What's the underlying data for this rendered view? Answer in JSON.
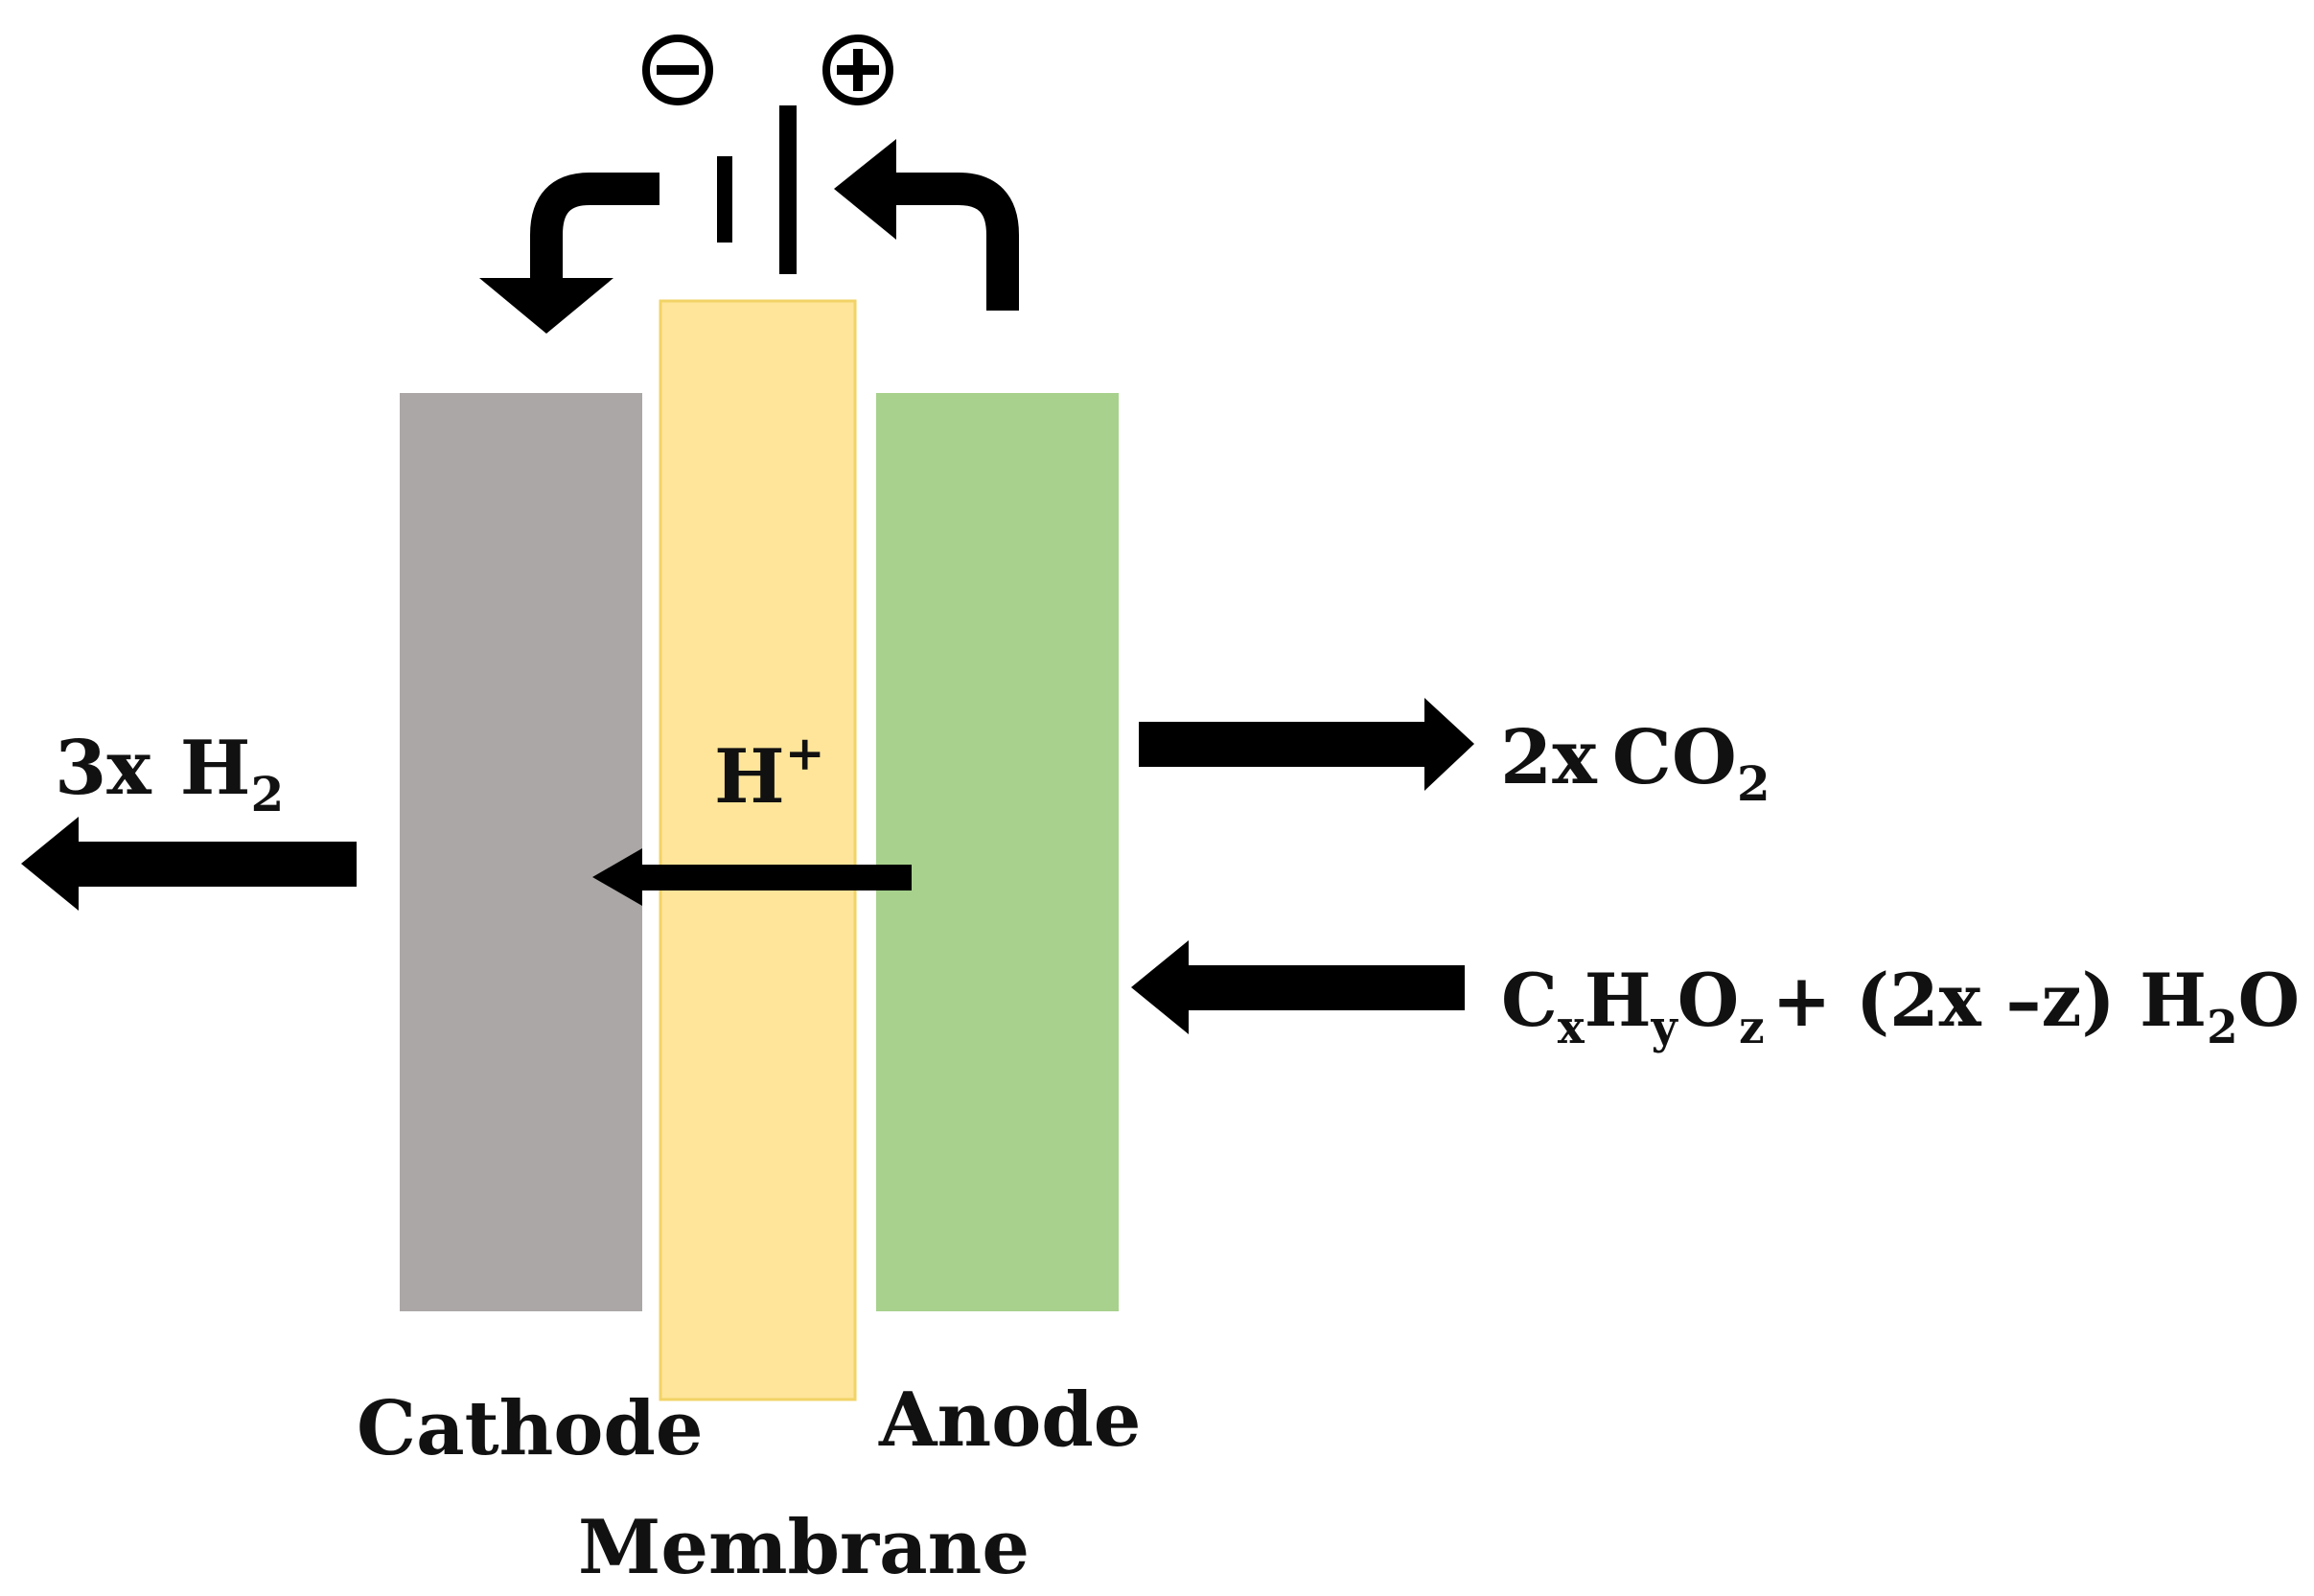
{
  "battery": {
    "negative_symbol": "⊖",
    "positive_symbol": "⊕"
  },
  "labels": {
    "cathode": "Cathode",
    "membrane": "Membrane",
    "anode": "Anode",
    "proton_main": "H",
    "proton_sup": "+",
    "hydrogen_coeff": "3x",
    "hydrogen_main": "H",
    "hydrogen_sub": "2",
    "co2_coeff": "2x",
    "co2_main": "CO",
    "co2_sub": "2",
    "feed_c": "C",
    "feed_x": "x",
    "feed_h": "H",
    "feed_y": "y",
    "feed_o": "O",
    "feed_z": "z",
    "feed_mid": "+ (2x –z) H",
    "feed_water_sub": "2",
    "feed_end": "O"
  },
  "colors": {
    "cathode": "#aba7a6",
    "membrane": "#fee599",
    "membrane_border": "#f2d366",
    "anode": "#a7d18c",
    "arrow": "#000000"
  }
}
